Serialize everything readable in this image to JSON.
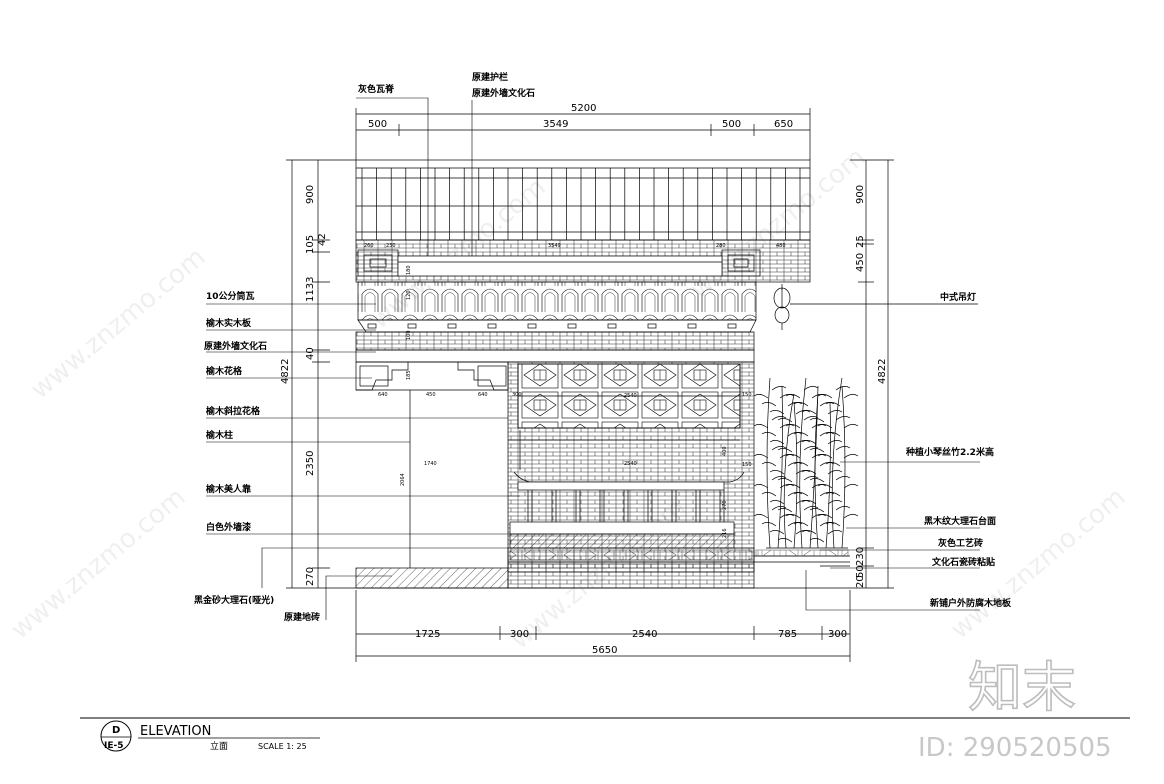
{
  "top_labels": {
    "roof_ridge": "灰色瓦脊",
    "railing": "原建护栏",
    "wall_stone": "原建外墙文化石"
  },
  "dims_top": {
    "total": "5200",
    "segments": [
      "500",
      "3549",
      "500",
      "650"
    ]
  },
  "dims_bottom": {
    "total": "5650",
    "segments": [
      "1725",
      "300",
      "2540",
      "785",
      "300"
    ]
  },
  "dims_left": {
    "outer": [
      "900",
      "105",
      "42",
      "1133",
      "40",
      "2350",
      "270"
    ],
    "inner_total": "4822"
  },
  "dims_right": {
    "outer": [
      "900",
      "25",
      "450"
    ],
    "total": "4822",
    "base": [
      "230",
      "50",
      "20"
    ]
  },
  "inner_dims": {
    "bar": [
      "260",
      "230",
      "3549",
      "280",
      "480"
    ],
    "lattice": [
      "640",
      "450",
      "640"
    ],
    "window": "2540",
    "door_width": "1740",
    "bench": "2540",
    "misc_v": [
      "180",
      "120",
      "100",
      "185",
      "150",
      "300",
      "2064",
      "400",
      "270",
      "216",
      "150"
    ]
  },
  "left_callouts": [
    "10公分筒瓦",
    "榆木实木板",
    "原建外墙文化石",
    "榆木花格",
    "榆木斜拉花格",
    "榆木柱",
    "榆木美人靠",
    "白色外墙漆",
    "黑金砂大理石(哑光)",
    "原建地砖"
  ],
  "right_callouts": [
    "中式吊灯",
    "种植小琴丝竹2.2米高",
    "黑木纹大理石台面",
    "灰色工艺砖",
    "文化石瓷砖粘贴",
    "新铺户外防腐木地板"
  ],
  "title_block": {
    "mark_letter": "D",
    "mark_sheet": "IE-5",
    "title": "ELEVATION",
    "subtitle": "立面",
    "scale": "SCALE  1: 25"
  },
  "watermark": {
    "text": "www.znzmo.com",
    "logo": "知末",
    "id": "ID: 290520505"
  },
  "colors": {
    "line": "#000000",
    "watermark_id": "#c8c8c8"
  }
}
